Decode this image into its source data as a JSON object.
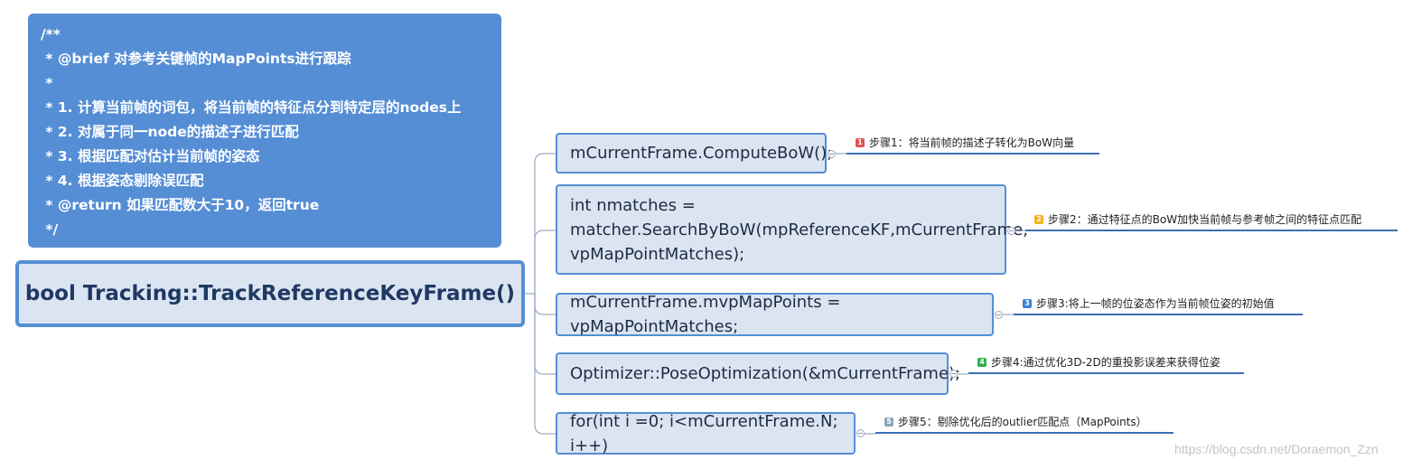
{
  "comment": {
    "lines": [
      "/**",
      " * @brief 对参考关键帧的MapPoints进行跟踪",
      " * ",
      " * 1. 计算当前帧的词包，将当前帧的特征点分到特定层的nodes上",
      " * 2. 对属于同一node的描述子进行匹配",
      " * 3. 根据匹配对估计当前帧的姿态",
      " * 4. 根据姿态剔除误匹配",
      " * @return 如果匹配数大于10，返回true",
      " */"
    ]
  },
  "root": {
    "label": "bool Tracking::TrackReferenceKeyFrame()"
  },
  "children": [
    {
      "code": "mCurrentFrame.ComputeBoW();",
      "step": {
        "number": "1",
        "color": "#e05252",
        "text": "步骤1：将当前帧的描述子转化为BoW向量"
      }
    },
    {
      "code": " int nmatches = \nmatcher.SearchByBoW(mpReferenceKF,mCurrentFrame,\nvpMapPointMatches);",
      "step": {
        "number": "2",
        "color": "#f2b21b",
        "text": "步骤2：通过特征点的BoW加快当前帧与参考帧之间的特征点匹配"
      }
    },
    {
      "code": "mCurrentFrame.mvpMapPoints = vpMapPointMatches;",
      "step": {
        "number": "3",
        "color": "#3b7fd6",
        "text": "步骤3:将上一帧的位姿态作为当前帧位姿的初始值"
      }
    },
    {
      "code": "Optimizer::PoseOptimization(&mCurrentFrame);",
      "step": {
        "number": "4",
        "color": "#2cb34a",
        "text": "步骤4:通过优化3D-2D的重投影误差来获得位姿"
      }
    },
    {
      "code": "for(int i =0; i<mCurrentFrame.N; i++)",
      "step": {
        "number": "5",
        "color": "#8aa6b8",
        "text": "步骤5：剔除优化后的outlier匹配点（MapPoints）"
      }
    }
  ],
  "watermark": "https://blog.csdn.net/Doraemon_Zzn",
  "colors": {
    "accent": "#558ed5",
    "node_fill": "#dbe5f1",
    "root_text": "#1f3864",
    "underline": "#3d6fb3"
  }
}
